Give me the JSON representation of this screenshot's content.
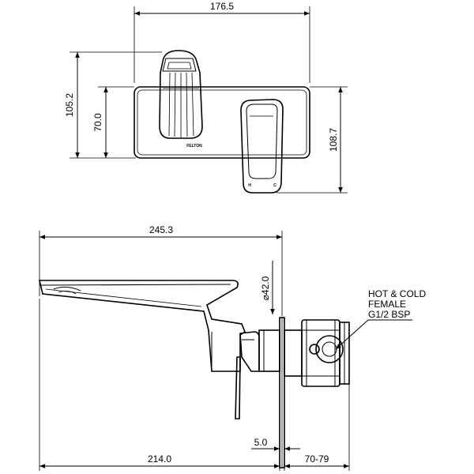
{
  "top_view": {
    "width_label": "176.5",
    "height_label": "105.2",
    "plate_height_label": "70.0",
    "lever_height_label": "108.7",
    "brand_label": "FELTON",
    "hot_label": "H",
    "cold_label": "C"
  },
  "side_view": {
    "total_length_label": "245.3",
    "diameter_label": "⌀42.0",
    "wall_gap_label": "5.0",
    "spout_length_label": "214.0",
    "body_depth_label": "70-79"
  },
  "note": {
    "line1": "HOT & COLD",
    "line2": "FEMALE",
    "line3": "G1/2 BSP"
  }
}
